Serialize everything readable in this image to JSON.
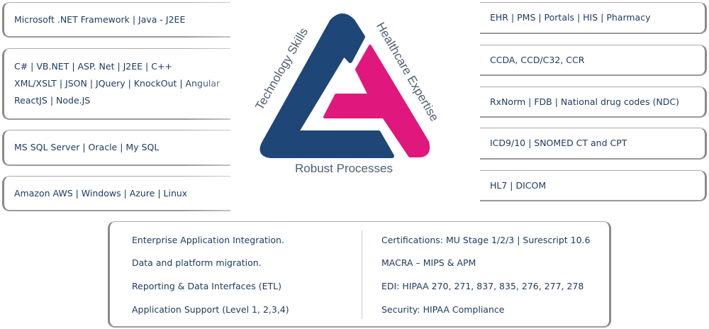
{
  "logo": {
    "left_label": "Technology Skills",
    "right_label": "Healthcare Expertise",
    "bottom_label": "Robust Processes",
    "colors": {
      "blue": "#1e4677",
      "pink": "#e0177c"
    }
  },
  "left_boxes": [
    {
      "lines": [
        "Microsoft .NET Framework | Java - J2EE"
      ]
    },
    {
      "lines": [
        "C# | VB.NET | ASP. Net | J2EE | C++",
        "XML/XSLT | JSON | JQuery | KnockOut | Angular",
        "ReactJS | Node.JS"
      ]
    },
    {
      "lines": [
        "MS SQL Server | Oracle | My SQL"
      ]
    },
    {
      "lines": [
        "Amazon AWS | Windows | Azure | Linux"
      ]
    }
  ],
  "right_boxes": [
    {
      "lines": [
        "EHR | PMS | Portals | HIS | Pharmacy"
      ]
    },
    {
      "lines": [
        "CCDA, CCD/C32, CCR"
      ]
    },
    {
      "lines": [
        "RxNorm | FDB | National drug codes (NDC)"
      ]
    },
    {
      "lines": [
        "ICD9/10 | SNOMED CT and CPT"
      ]
    },
    {
      "lines": [
        "HL7 | DICOM"
      ]
    }
  ],
  "bottom": {
    "left": [
      "Enterprise Application Integration.",
      "Data and platform migration.",
      "Reporting & Data Interfaces (ETL)",
      "Application Support (Level 1, 2,3,4)"
    ],
    "right": [
      "Certifications: MU Stage 1/2/3 | Surescript 10.6",
      "MACRA – MIPS & APM",
      "EDI: HIPAA  270, 271, 837, 835, 276, 277, 278",
      "Security: HIPAA Compliance"
    ]
  }
}
